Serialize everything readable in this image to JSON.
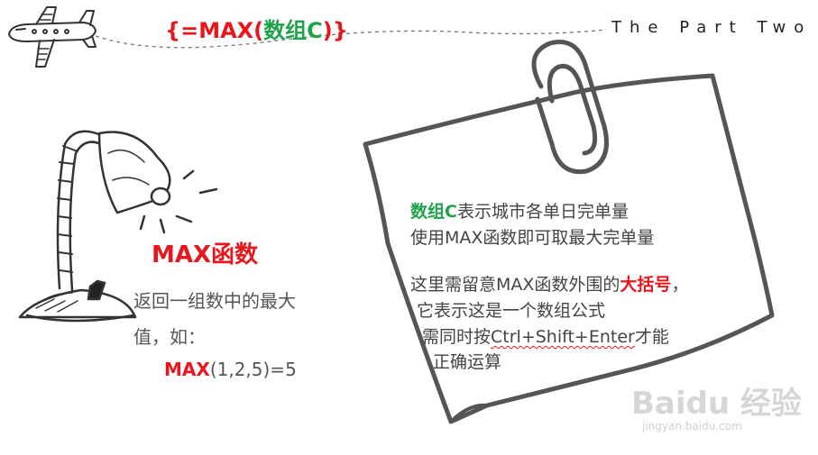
{
  "header": {
    "formula": {
      "open": "{=MAX(",
      "arg": "数组C",
      "close": ")}"
    },
    "part": "The Part Two"
  },
  "left": {
    "heading": "MAX函数",
    "desc_line1": "返回一组数中的最大",
    "desc_line2": "值，如：",
    "example_fn": "MAX",
    "example_args": "(1,2,5)=5"
  },
  "note": {
    "line1_term": "数组C",
    "line1_rest": "表示城市各单日完单量",
    "line2": "使用MAX函数即可取最大完单量",
    "line3_pre": "这里需留意MAX函数外围的",
    "line3_emph": "大括号",
    "line3_post": "，",
    "line4": "它表示这是一个数组公式",
    "line5_pre": "需同时按",
    "line5_keys": "Ctrl+Shift+Enter",
    "line5_post": "才能",
    "line6": "正确运算"
  },
  "watermark": {
    "main": "Baidu 经验",
    "sub": "jingyan.baidu.com"
  },
  "colors": {
    "red": "#e8161d",
    "green": "#1fa34a",
    "ink": "#444444"
  }
}
